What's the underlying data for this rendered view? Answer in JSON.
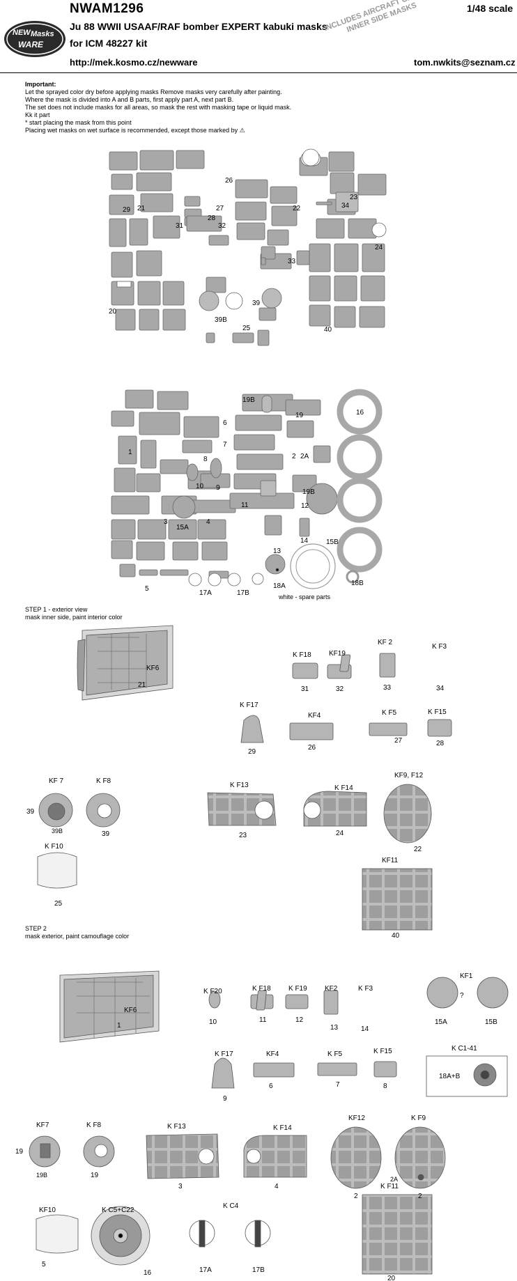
{
  "header": {
    "code": "NWAM1296",
    "subtitle1": "Ju 88 WWII USAAF/RAF bomber  EXPERT kabuki masks",
    "subtitle2": "for ICM 48227 kit",
    "url": "http://mek.kosmo.cz/newware",
    "scale": "1/48 scale",
    "email": "tom.nwkits@seznam.cz",
    "stamp_line1": "INCLUDES AIRCRAFT CANOPY",
    "stamp_line2": "INNER SIDE MASKS",
    "logo_line1": "NEW",
    "logo_line2": "Masks",
    "logo_line3": "WARE"
  },
  "notes": {
    "heading": "Important:",
    "lines": [
      "Let the sprayed color dry before applying masks Remove masks very carefully after painting.",
      "Where the mask is divided into A and B parts, first apply part A, next part B.",
      "The set does not include masks for all areas, so mask the rest with masking tape or liquid mask.",
      "Kk it part",
      "* start placing the mask from this point",
      "Placing wet masks on wet surface is recommended, except those marked by"
    ]
  },
  "sheet1_labels": [
    "26",
    "27",
    "28",
    "31",
    "32",
    "21",
    "29",
    "22",
    "23",
    "34",
    "24",
    "33",
    "20",
    "39",
    "39B",
    "25",
    "40"
  ],
  "sheet2_labels": [
    "19B",
    "6",
    "19",
    "16",
    "7",
    "2",
    "2A",
    "8",
    "1",
    "9",
    "10",
    "11",
    "19B",
    "12",
    "15A",
    "3",
    "4",
    "13",
    "14",
    "15B",
    "5",
    "17A",
    "17B",
    "18A",
    "18B"
  ],
  "white_note": "white - spare parts",
  "step1": {
    "title": "STEP 1 - exterior view",
    "desc": "mask inner side, paint interior color",
    "parts": [
      {
        "kf": "KF6",
        "n": "21"
      },
      {
        "kf": "K F18",
        "n": "31"
      },
      {
        "kf": "KF19",
        "n": "32"
      },
      {
        "kf": "KF 2",
        "n": "33"
      },
      {
        "kf": "K F3",
        "n": "34"
      },
      {
        "kf": "K F17",
        "n": "29"
      },
      {
        "kf": "KF4",
        "n": "26"
      },
      {
        "kf": "K F5",
        "n": "27"
      },
      {
        "kf": "K F15",
        "n": "28"
      },
      {
        "kf": "KF 7",
        "n": "39",
        "n2": "39B"
      },
      {
        "kf": "K F8",
        "n": "39"
      },
      {
        "kf": "K F13",
        "n": "23"
      },
      {
        "kf": "K F14",
        "n": "24"
      },
      {
        "kf": "KF9, F12",
        "n": "22"
      },
      {
        "kf": "K F10",
        "n": "25"
      },
      {
        "kf": "KF11",
        "n": "40"
      }
    ]
  },
  "step2": {
    "title": "STEP 2",
    "desc": "mask exterior, paint camouflage color",
    "parts": [
      {
        "kf": "KF6",
        "n": "1"
      },
      {
        "kf": "K F20",
        "n": "10"
      },
      {
        "kf": "K F18",
        "n": "11"
      },
      {
        "kf": "K F19",
        "n": "12"
      },
      {
        "kf": "KF2",
        "n": "13"
      },
      {
        "kf": "K F3",
        "n": "14"
      },
      {
        "kf": "KF1",
        "n": "15A",
        "n2": "15B"
      },
      {
        "kf": "K F17",
        "n": "9"
      },
      {
        "kf": "KF4",
        "n": "6"
      },
      {
        "kf": "K F5",
        "n": "7"
      },
      {
        "kf": "K F15",
        "n": "8"
      },
      {
        "kf": "K C1-41",
        "n": "18A+B"
      },
      {
        "kf": "KF7",
        "n": "19",
        "n2": "19B"
      },
      {
        "kf": "K F8",
        "n": "19"
      },
      {
        "kf": "K F13",
        "n": "3"
      },
      {
        "kf": "K F14",
        "n": "4"
      },
      {
        "kf": "KF12",
        "n": "2"
      },
      {
        "kf": "K F9",
        "n": "2",
        "n2": "2A"
      },
      {
        "kf": "KF10",
        "n": "5"
      },
      {
        "kf": "K C5+C22",
        "n": "16"
      },
      {
        "kf": "K C4",
        "n": "17A",
        "n2": "17B"
      },
      {
        "kf": "K F11",
        "n": "20"
      }
    ],
    "question": "?"
  }
}
